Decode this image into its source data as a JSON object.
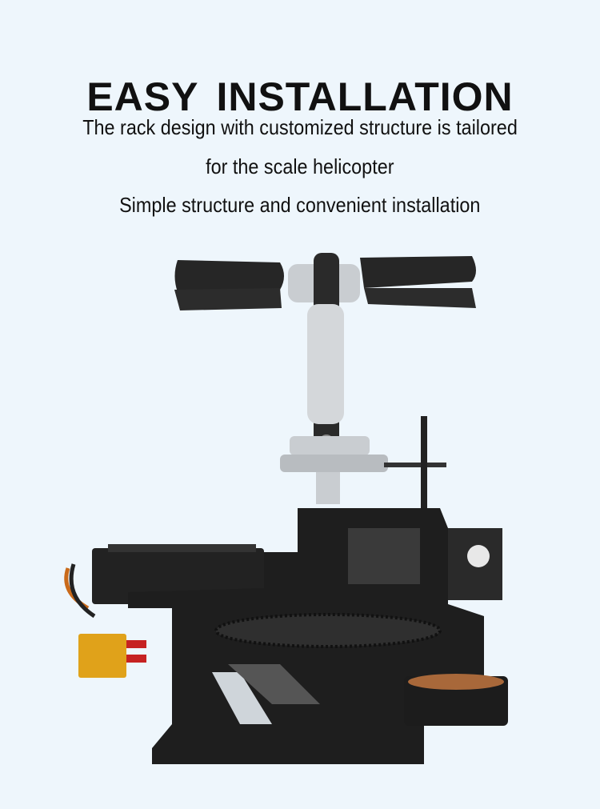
{
  "header": {
    "title": "EASY  INSTALLATION",
    "lines": [
      "The rack design with customized structure is tailored",
      "for the scale helicopter",
      "Simple structure and convenient installation"
    ]
  },
  "product_image": {
    "label": "helicopter-frame",
    "colors": {
      "background": "#eef6fc",
      "carbon": "#1e1e1e",
      "metal": "#c9cdd1",
      "connector": "#e0a21a"
    }
  }
}
